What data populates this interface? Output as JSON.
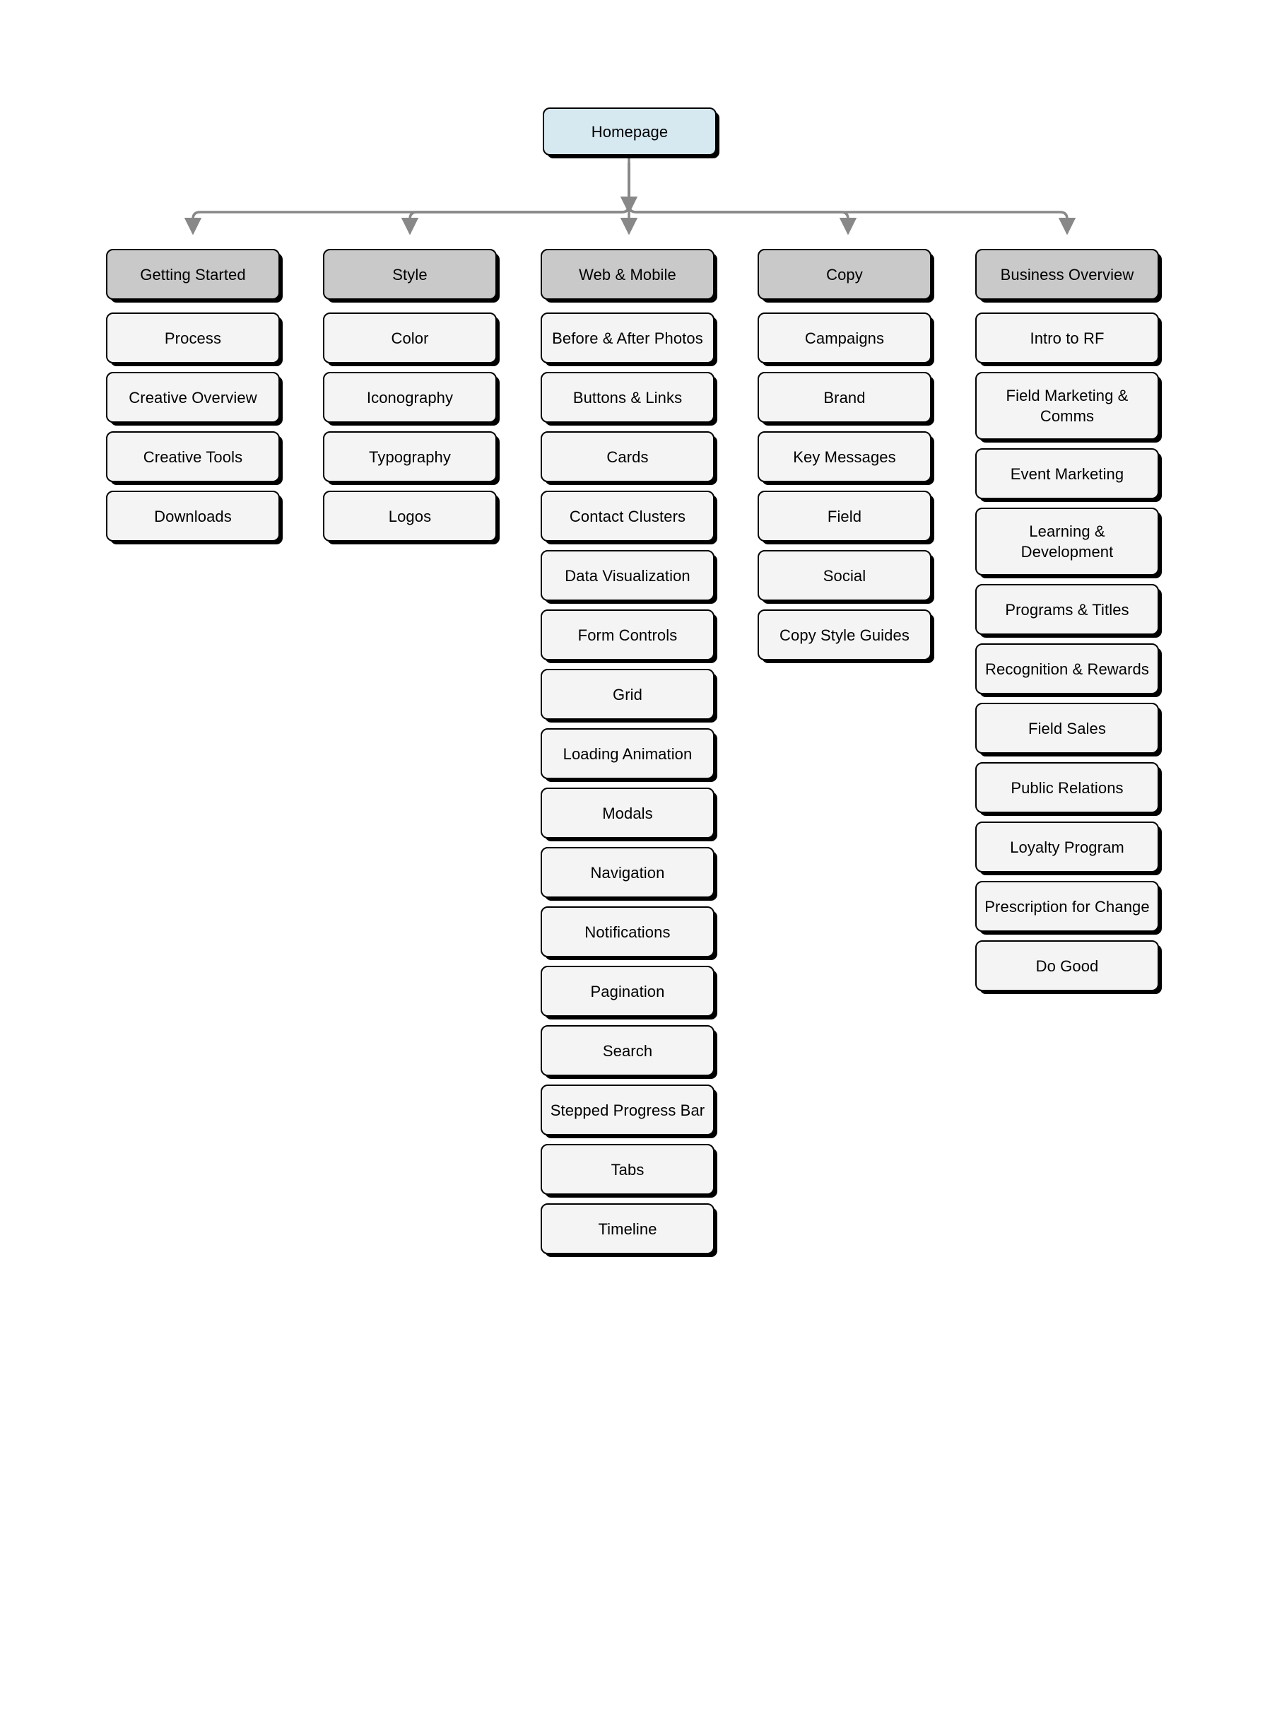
{
  "diagram": {
    "type": "sitemap-tree",
    "title_node": "Homepage",
    "colors": {
      "root_fill": "#d6e8f0",
      "category_fill": "#c9c9c9",
      "leaf_fill": "#f4f4f4",
      "border": "#000000",
      "connector": "#888888",
      "background": "#ffffff"
    }
  },
  "root": {
    "label": "Homepage"
  },
  "columns": [
    {
      "id": "getting-started",
      "header": "Getting Started",
      "children": [
        "Process",
        "Creative Overview",
        "Creative Tools",
        "Downloads"
      ]
    },
    {
      "id": "style",
      "header": "Style",
      "children": [
        "Color",
        "Iconography",
        "Typography",
        "Logos"
      ]
    },
    {
      "id": "web-and-mobile",
      "header": "Web & Mobile",
      "children": [
        "Before & After Photos",
        "Buttons & Links",
        "Cards",
        "Contact Clusters",
        "Data Visualization",
        "Form Controls",
        "Grid",
        "Loading Animation",
        "Modals",
        "Navigation",
        "Notifications",
        "Pagination",
        "Search",
        "Stepped Progress Bar",
        "Tabs",
        "Timeline"
      ]
    },
    {
      "id": "copy",
      "header": "Copy",
      "children": [
        "Campaigns",
        "Brand",
        "Key Messages",
        "Field",
        "Social",
        "Copy Style Guides"
      ]
    },
    {
      "id": "business-overview",
      "header": "Business Overview",
      "children": [
        "Intro to RF",
        "Field Marketing & Comms",
        "Event Marketing",
        "Learning & Development",
        "Programs & Titles",
        "Recognition & Rewards",
        "Field Sales",
        "Public Relations",
        "Loyalty Program",
        "Prescription for Change",
        "Do Good"
      ]
    }
  ]
}
